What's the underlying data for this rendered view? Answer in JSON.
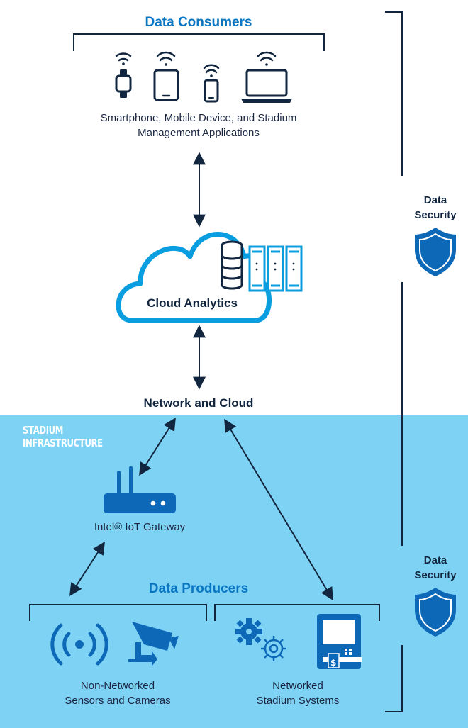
{
  "consumers": {
    "title": "Data Consumers",
    "caption_line1": "Smartphone, Mobile Device, and Stadium",
    "caption_line2": "Management Applications"
  },
  "cloud": {
    "label": "Cloud Analytics"
  },
  "network": {
    "label": "Network and Cloud"
  },
  "infrastructure": {
    "line1": "STADIUM",
    "line2": "INFRASTRUCTURE"
  },
  "gateway": {
    "label": "Intel® IoT Gateway"
  },
  "producers": {
    "title": "Data Producers",
    "left_line1": "Non-Networked",
    "left_line2": "Sensors and Cameras",
    "right_line1": "Networked",
    "right_line2": "Stadium Systems"
  },
  "security_top": {
    "line1": "Data",
    "line2": "Security"
  },
  "security_bottom": {
    "line1": "Data",
    "line2": "Security"
  },
  "colors": {
    "brand_blue": "#0a76c2",
    "navy": "#12263f",
    "infra_bg": "#7ed3f5",
    "cloud_blue": "#0a9ee0"
  }
}
